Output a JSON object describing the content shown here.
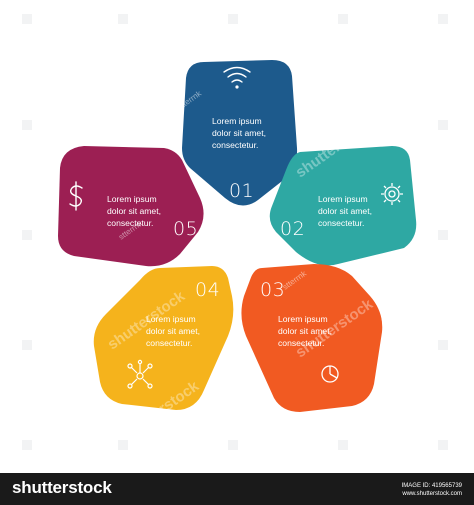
{
  "petals": [
    {
      "number": "01",
      "color": "#1d5a8c",
      "icon": "wifi-icon",
      "text": [
        "Lorem ipsum",
        "dolor sit amet,",
        "consectetur."
      ]
    },
    {
      "number": "02",
      "color": "#2ea8a3",
      "icon": "gear-icon",
      "text": [
        "Lorem ipsum",
        "dolor sit amet,",
        "consectetur."
      ]
    },
    {
      "number": "03",
      "color": "#f15a22",
      "icon": "pie-chart-icon",
      "text": [
        "Lorem ipsum",
        "dolor sit amet,",
        "consectetur."
      ]
    },
    {
      "number": "04",
      "color": "#f5b31c",
      "icon": "network-icon",
      "text": [
        "Lorem ipsum",
        "dolor sit amet,",
        "consectetur."
      ]
    },
    {
      "number": "05",
      "color": "#9c1f53",
      "icon": "dollar-icon",
      "text": [
        "Lorem ipsum",
        "dolor sit amet,",
        "consectetur."
      ]
    }
  ],
  "watermark": {
    "text": "shutterstock",
    "small": "stterrnk"
  },
  "footer": {
    "logo": "shutterstock",
    "image_id_label": "IMAGE ID: 419565739",
    "site": "www.shutterstock.com"
  }
}
